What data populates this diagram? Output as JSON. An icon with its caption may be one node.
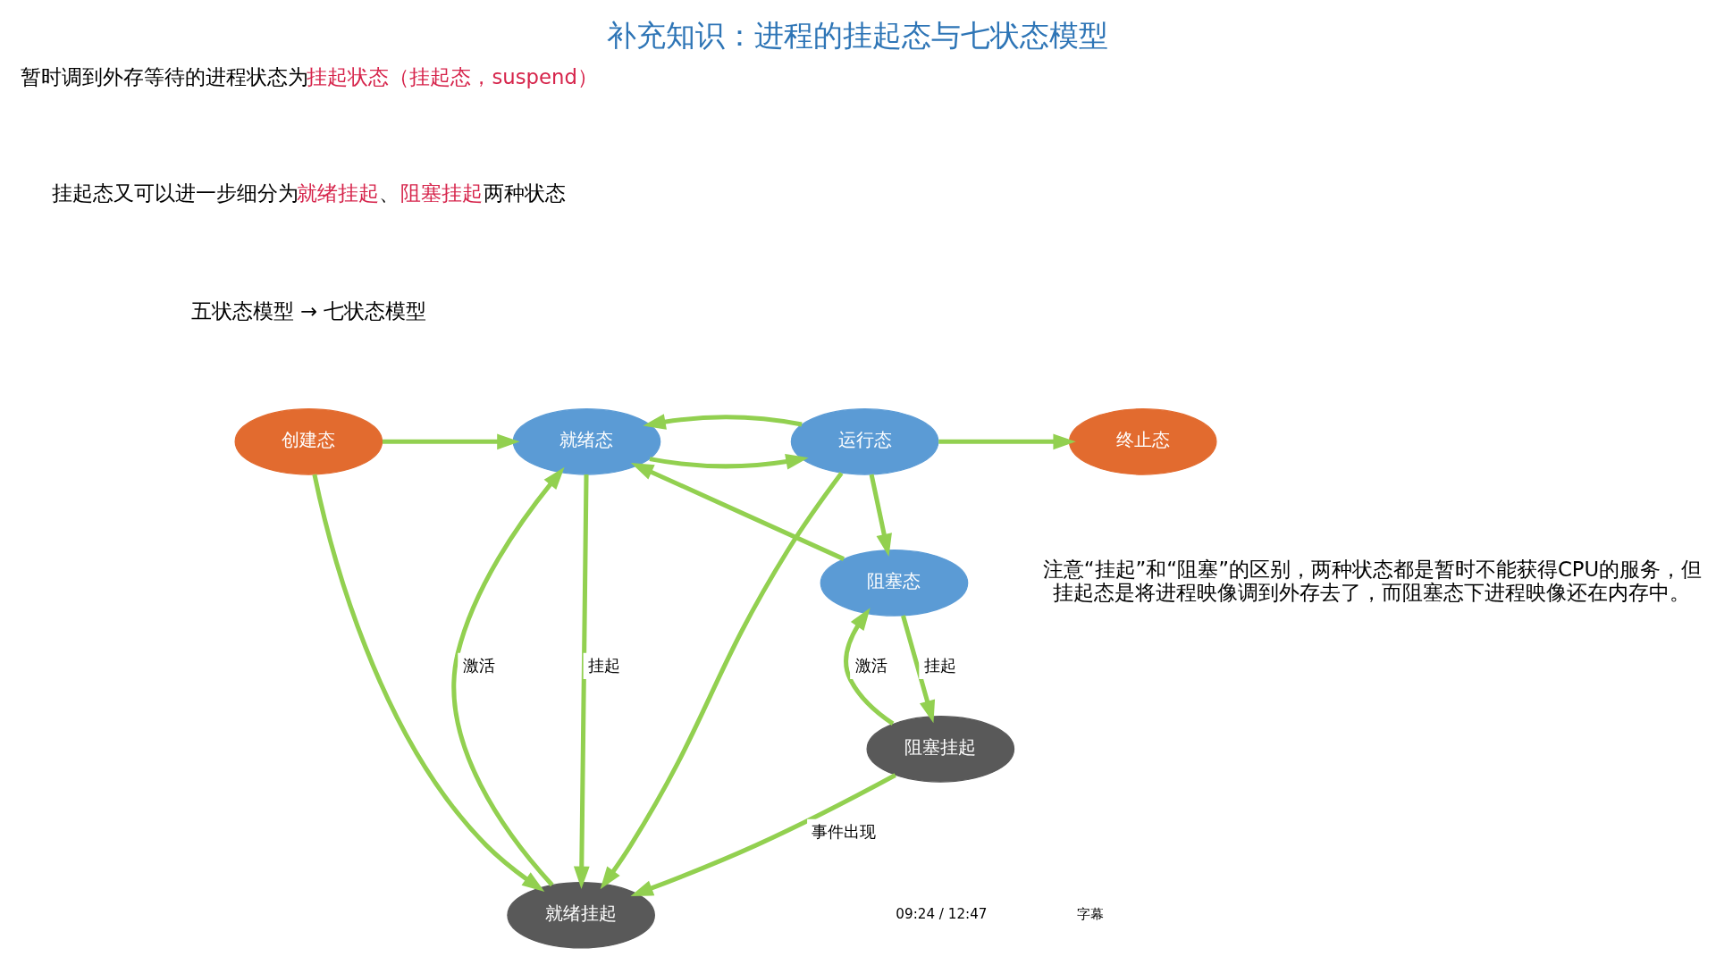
{
  "diagram": {
    "title": "补充知识：进程的挂起态与七状态模型",
    "nodes": [
      {
        "text": [
          "创建态"
        ]
      },
      {
        "text": [
          "就绪态"
        ]
      },
      {
        "text": [
          "运行态"
        ]
      },
      {
        "text": [
          "终止态"
        ]
      },
      {
        "text": [
          "就绪挂起"
        ]
      },
      {
        "text": [
          "阻塞态"
        ]
      },
      {
        "text": [
          "阻塞挂起"
        ]
      }
    ],
    "edges": [
      {
        "from": 0,
        "to": 1,
        "arrow": "to"
      },
      {
        "from": 1,
        "to": 2,
        "arrow": "to"
      },
      {
        "from": 2,
        "to": 1,
        "arrow": "to"
      },
      {
        "from": 2,
        "to": 3,
        "arrow": "to"
      },
      {
        "from": 0,
        "to": 4,
        "arrow": "to"
      },
      {
        "from": 4,
        "to": 1,
        "arrow": "to",
        "label": "激活"
      },
      {
        "from": 1,
        "to": 4,
        "arrow": "to",
        "label": "挂起"
      },
      {
        "from": 2,
        "to": 4,
        "arrow": "to"
      },
      {
        "from": 2,
        "to": 5,
        "arrow": "to"
      },
      {
        "from": 5,
        "to": 1,
        "arrow": "to"
      },
      {
        "from": 6,
        "to": 4,
        "arrow": "to",
        "label": "事件出现"
      },
      {
        "from": 6,
        "to": 5,
        "arrow": "to",
        "label": "激活"
      },
      {
        "from": 5,
        "to": 6,
        "arrow": "to",
        "label": "挂起"
      }
    ],
    "labels": [
      "暂时调到外存等待的进程状态为**挂起状态（挂起态，suspend）**",
      "挂起态又可以进一步细分为**就绪挂起**、**阻塞挂起**两种状态",
      "五状态模型 → 七状态模型",
      "注意“挂起”和“阻塞”的区别，两种状态都是暂时不能获得CPU的服务，但挂起态是将进程映像调到外存去了，而阻塞态下进程映像还在内存中。",
      "09:24 / 12:47",
      "字幕"
    ]
  }
}
